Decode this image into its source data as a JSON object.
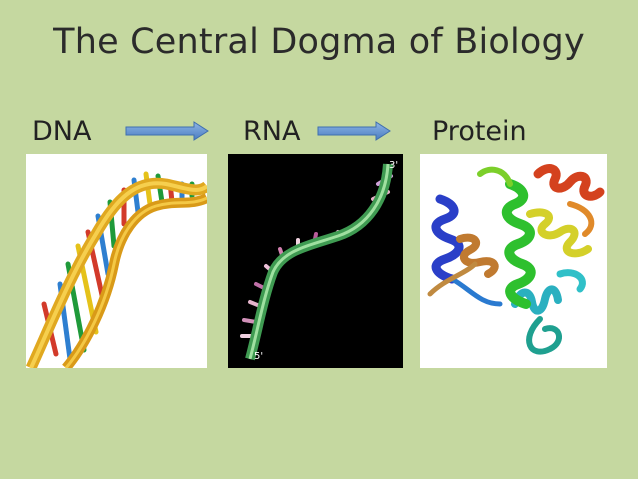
{
  "slide": {
    "title": "The Central Dogma of Biology",
    "stages": [
      "DNA",
      "RNA",
      "Protein"
    ],
    "rna_labels": {
      "top": "3'",
      "bottom": "5'"
    }
  },
  "colors": {
    "background": "#c5d8a0",
    "arrow": "#5b8fd0",
    "rna_panel": "#000000"
  },
  "icons": {
    "dna": "dna-double-helix-icon",
    "rna": "rna-strand-icon",
    "protein": "protein-ribbon-icon"
  }
}
